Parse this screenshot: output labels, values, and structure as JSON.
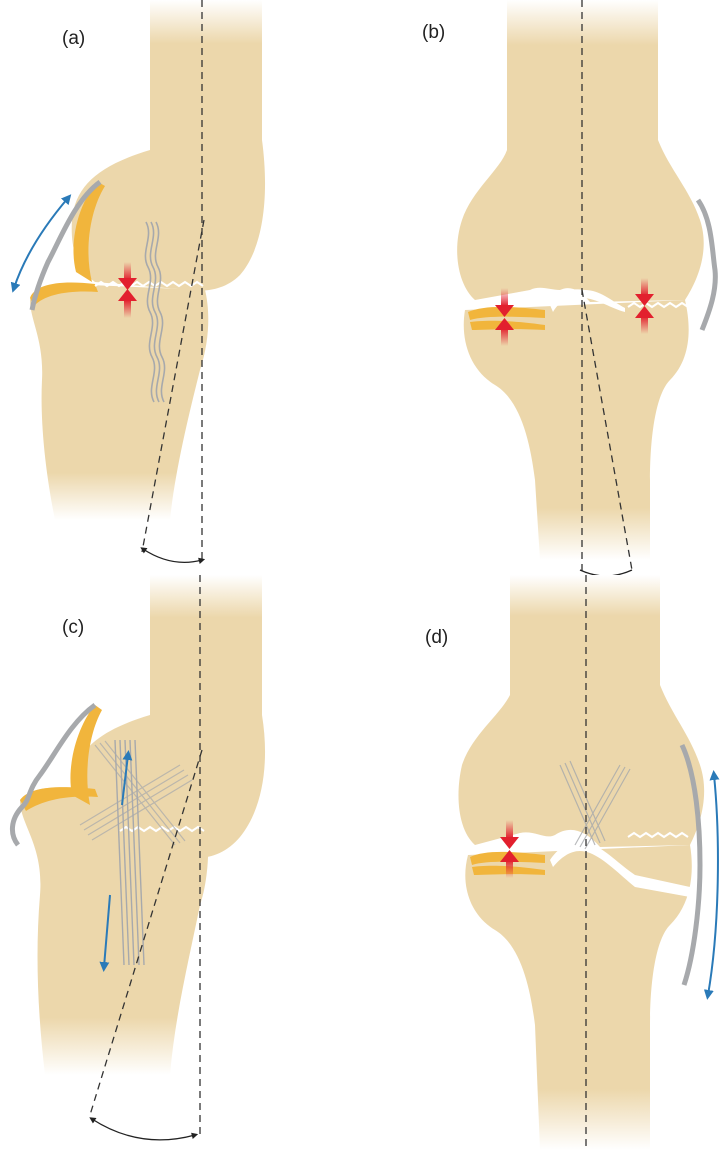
{
  "panels": {
    "a": {
      "label": "(a)"
    },
    "b": {
      "label": "(b)"
    },
    "c": {
      "label": "(c)"
    },
    "d": {
      "label": "(d)"
    }
  },
  "colors": {
    "bone": "#ecd7ab",
    "cartilage": "#f1b53c",
    "ligament": "#a7a9ac",
    "arrow_blue": "#2a7ab8",
    "arrow_red": "#e2202e",
    "axis_line": "#333333"
  }
}
